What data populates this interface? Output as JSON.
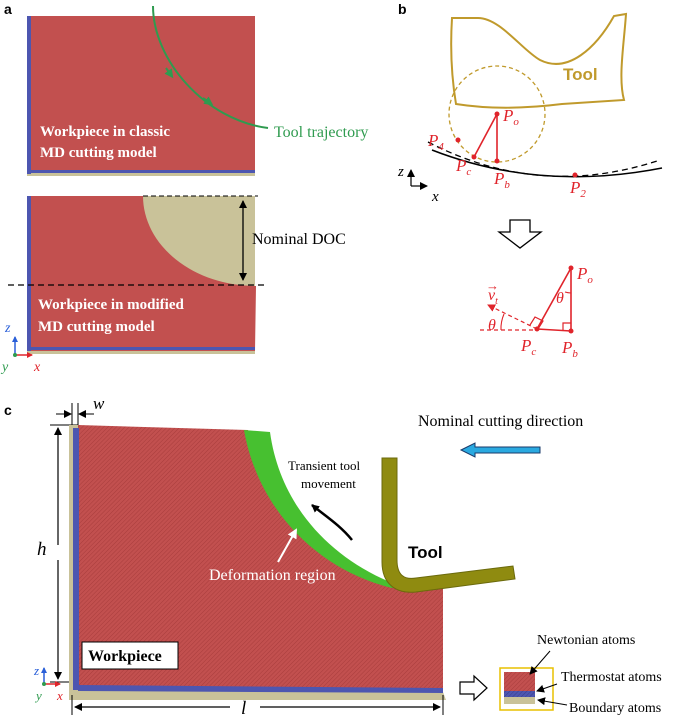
{
  "panel_a": {
    "label": "a",
    "classic_label_line1": "Workpiece in classic",
    "classic_label_line2": "MD cutting model",
    "tool_trajectory": "Tool trajectory",
    "nominal_doc": "Nominal DOC",
    "modified_label_line1": "Workpiece in modified",
    "modified_label_line2": "MD cutting model",
    "axis_z": "z",
    "axis_y": "y",
    "axis_x": "x"
  },
  "panel_b": {
    "label": "b",
    "tool": "Tool",
    "p_o": "P",
    "p_o_sub": "o",
    "p_4": "P",
    "p_4_sub": "4",
    "p_c": "P",
    "p_c_sub": "c",
    "p_b": "P",
    "p_b_sub": "b",
    "p_2": "P",
    "p_2_sub": "2",
    "axis_z": "z",
    "axis_x": "x",
    "theta": "θ",
    "v_t": "v",
    "v_t_sub": "t",
    "arrow_vec": "→",
    "inset_p_o": "P",
    "inset_p_o_sub": "o",
    "inset_p_c": "P",
    "inset_p_c_sub": "c",
    "inset_p_b": "P",
    "inset_p_b_sub": "b"
  },
  "panel_c": {
    "label": "c",
    "w": "w",
    "h": "h",
    "l": "l",
    "nominal_cutting_direction": "Nominal cutting direction",
    "transient_line1": "Transient tool",
    "transient_line2": "movement",
    "tool": "Tool",
    "deformation_region": "Deformation region",
    "workpiece": "Workpiece",
    "newtonian_atoms": "Newtonian atoms",
    "thermostat_atoms": "Thermostat atoms",
    "boundary_atoms": "Boundary atoms",
    "axis_z": "z",
    "axis_y": "y",
    "axis_x": "x"
  },
  "colors": {
    "workpiece": "#c2504f",
    "boundary_blue": "#4d56b0",
    "boundary_tan": "#c9c299",
    "tool_olive": "#8f8b10",
    "deformation_green": "#47c030",
    "trajectory_green": "#2f9b4f",
    "point_red": "#e0242b",
    "tool_outline": "#c09a2c",
    "cut_arrow_blue": "#2aa9e0"
  }
}
